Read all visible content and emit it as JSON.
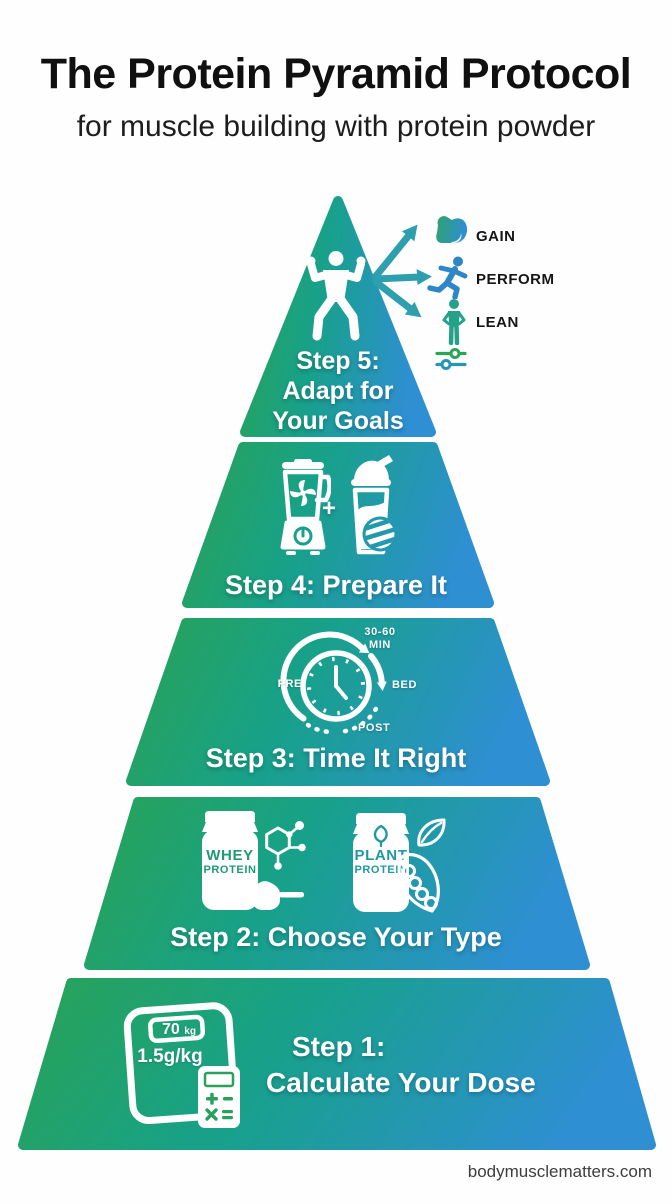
{
  "header": {
    "title": "The Protein Pyramid Protocol",
    "subtitle": "for muscle building with protein powder"
  },
  "pyramid": {
    "step5": {
      "title_line1": "Step 5:",
      "title_line2": "Adapt for",
      "title_line3": "Your Goals",
      "icon": "bodybuilder-icon",
      "goals": {
        "gain": "GAIN",
        "perform": "PERFORM",
        "lean": "LEAN",
        "icons": [
          "bicep-icon",
          "runner-icon",
          "lean-person-icon",
          "sliders-icon",
          "arrows-icon"
        ]
      }
    },
    "step4": {
      "label": "Step 4: Prepare It",
      "plus_sign": "+",
      "icons": [
        "blender-icon",
        "shaker-bottle-icon"
      ]
    },
    "step3": {
      "label": "Step 3: Time It Right",
      "icon": "clock-timing-icon",
      "timing": {
        "pre": "PRE",
        "duration_line1": "30-60",
        "duration_line2": "MIN",
        "bed": "BED",
        "post": "POST"
      }
    },
    "step2": {
      "label": "Step 2: Choose Your Type",
      "whey": {
        "line1": "WHEY",
        "line2": "PROTEIN"
      },
      "plant": {
        "line1": "PLANT",
        "line2": "PROTEIN"
      },
      "icons": [
        "whey-jar-icon",
        "molecule-icon",
        "scoop-icon",
        "plant-jar-icon",
        "leaf-icon",
        "pea-pod-icon"
      ]
    },
    "step1": {
      "title_line1": "Step 1:",
      "title_line2": "Calculate Your Dose",
      "weight": "70",
      "weight_unit": "kg",
      "dose_formula": "1.5g/kg",
      "icons": [
        "body-scale-icon",
        "calculator-icon"
      ]
    }
  },
  "footer": {
    "website": "bodymusclematters.com"
  },
  "colors": {
    "gradient_green": "#29a356",
    "gradient_teal": "#17a189",
    "gradient_blue": "#2e8fd2",
    "arrow_teal": "#2d9fae",
    "runner_blue": "#2e86c6",
    "lean_teal": "#26a189",
    "whey_label_green": "#1f9a74",
    "plant_label_teal": "#1e98a5",
    "calculator_green": "#2aa05f",
    "title_text": "#101010",
    "step_text": "#ffffff"
  }
}
